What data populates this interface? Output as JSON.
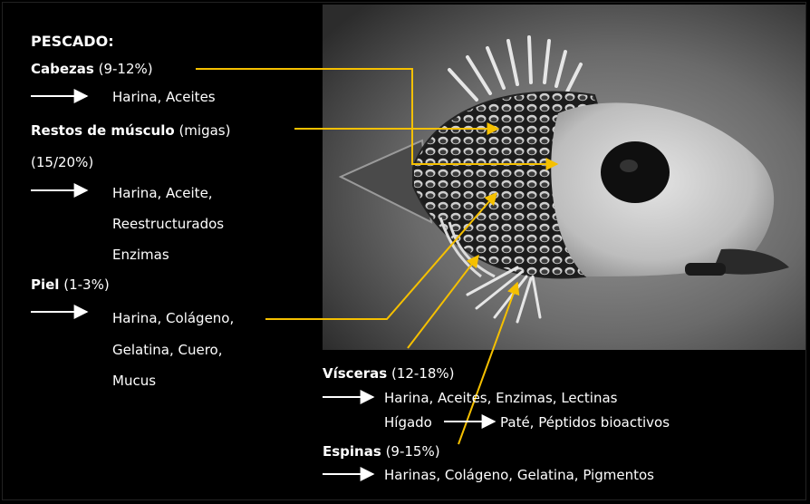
{
  "title": "PESCADO:",
  "cabezas": {
    "name": "Cabezas",
    "pct": "(9-12%)",
    "uses": "Harina, Aceites"
  },
  "restos": {
    "name": "Restos de músculo",
    "sub": "(migas)",
    "pct": "(15/20%)",
    "uses": [
      "Harina, Aceite,",
      "Reestructurados",
      "Enzimas"
    ]
  },
  "piel": {
    "name": "Piel",
    "pct": "(1-3%)",
    "uses": [
      "Harina, Colágeno,",
      "Gelatina, Cuero,",
      "Mucus"
    ]
  },
  "visceras": {
    "name": "Vísceras",
    "pct": "(12-18%)",
    "uses": "Harina, Aceites, Enzimas, Lectinas",
    "higado": "Hígado",
    "higado_uses": "Paté, Péptidos bioactivos"
  },
  "espinas": {
    "name": "Espinas",
    "pct": "(9-15%)",
    "uses": "Harinas, Colágeno, Gelatina, Pigmentos"
  },
  "colors": {
    "callout": "#f5c000",
    "arrow": "#ffffff",
    "background": "#000000"
  },
  "illustration": "fish-photo"
}
